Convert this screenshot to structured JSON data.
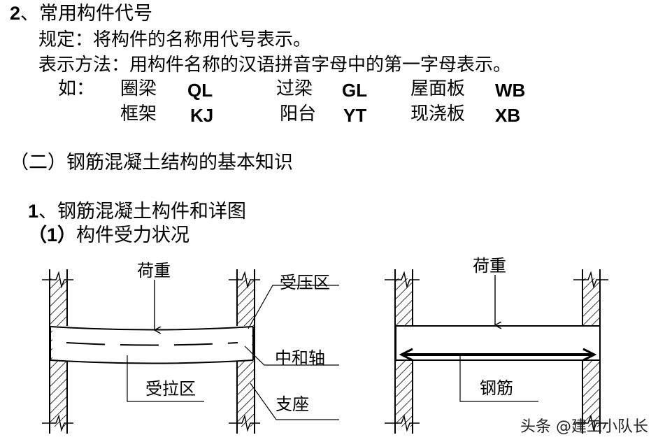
{
  "section2": {
    "num": "2",
    "title": "、常用构件代号",
    "rule": "规定：将构件的名称用代号表示。",
    "method": "表示方法：用构件名称的汉语拼音字母中的第一字母表示。",
    "example_prefix": "如：",
    "codes": [
      {
        "name": "圈梁",
        "code": "QL"
      },
      {
        "name": "过梁",
        "code": "GL"
      },
      {
        "name": "屋面板",
        "code": "WB"
      },
      {
        "name": "框架",
        "code": "KJ"
      },
      {
        "name": "阳台",
        "code": "YT"
      },
      {
        "name": "现浇板",
        "code": "XB"
      }
    ]
  },
  "part2_heading": "（二）钢筋混凝土结构的基本知识",
  "sub1": {
    "num": "1",
    "title": "、钢筋混凝土构件和详图"
  },
  "sub1a": {
    "num": "（1）",
    "title": "构件受力状况"
  },
  "diagram_left": {
    "load": "荷重",
    "compression": "受压区",
    "neutral_axis": "中和轴",
    "tension": "受拉区",
    "support": "支座"
  },
  "diagram_right": {
    "load": "荷重",
    "rebar": "钢筋"
  },
  "watermark": "头条 @建工小队长"
}
